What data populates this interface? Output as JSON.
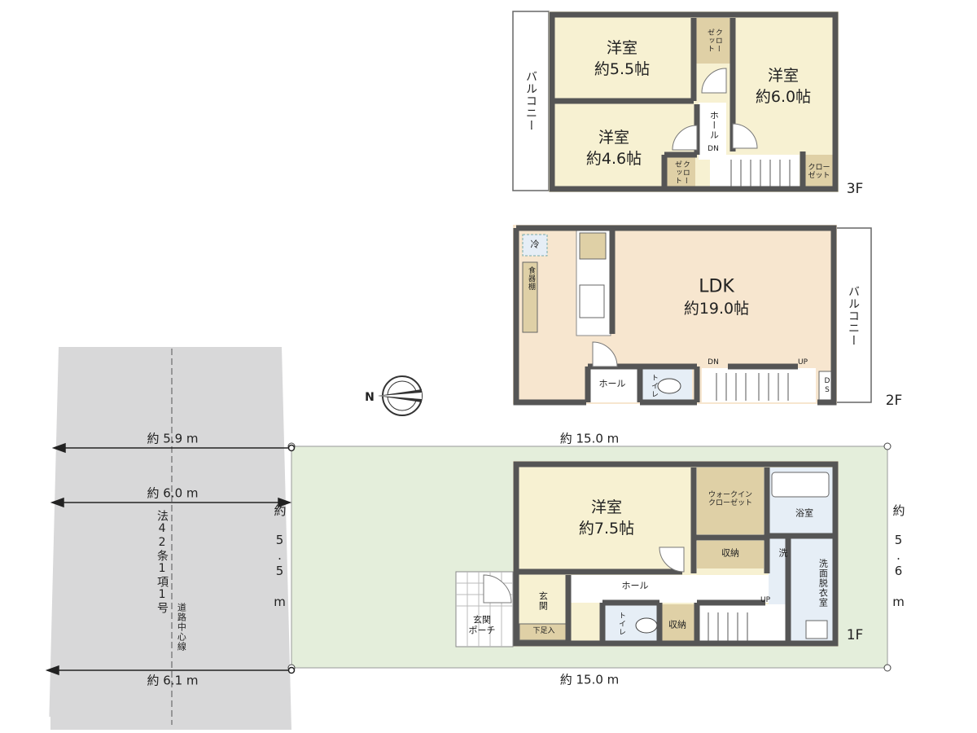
{
  "colors": {
    "wall": "#555555",
    "room": "#f7f1d2",
    "ldk": "#f7e6cf",
    "closet": "#dfd0a6",
    "wet": "#e6eef6",
    "road": "#d8d8d9",
    "lot": "#e4eedb",
    "balcony": "#ffffff"
  },
  "floors": {
    "f3": {
      "label": "3F",
      "rooms": {
        "room_a_name": "洋室",
        "room_a_size": "約5.5帖",
        "room_b_name": "洋室",
        "room_b_size": "約6.0帖",
        "room_c_name": "洋室",
        "room_c_size": "約4.6帖",
        "balcony": "バルコニー",
        "closet_1": "クロー\nゼット",
        "closet_2": "クロー\nゼット",
        "closet_3": "クロー\nゼット",
        "hall": "ホール",
        "dn": "DN"
      }
    },
    "f2": {
      "label": "2F",
      "rooms": {
        "ldk_name": "LDK",
        "ldk_size": "約19.0帖",
        "balcony": "バルコニー",
        "fridge": "冷",
        "cupboard": "食器棚",
        "hall": "ホール",
        "toilet": "トイレ",
        "dn": "DN",
        "up": "UP",
        "ds": "DS"
      }
    },
    "f1": {
      "label": "1F",
      "rooms": {
        "room_name": "洋室",
        "room_size": "約7.5帖",
        "walkin": "ウォークイン\nクローゼット",
        "bath": "浴室",
        "storage_1": "収納",
        "storage_2": "収納",
        "washer": "洗",
        "dressing": "洗面脱衣室",
        "hall": "ホール",
        "entrance": "玄関",
        "shoe": "下足入",
        "porch": "玄関\nポーチ",
        "toilet": "トイレ",
        "up": "UP"
      }
    }
  },
  "site": {
    "road_width_1": "約 5.9 m",
    "road_width_2": "約 6.0 m",
    "road_width_3": "約 6.1 m",
    "road_law": "法42条1項1号",
    "road_center": "道路中心線",
    "frontage": "約 5.5 m",
    "lot_top": "約 15.0 m",
    "lot_bottom": "約 15.0 m",
    "lot_depth": "約 5.6 m",
    "north": "N"
  }
}
